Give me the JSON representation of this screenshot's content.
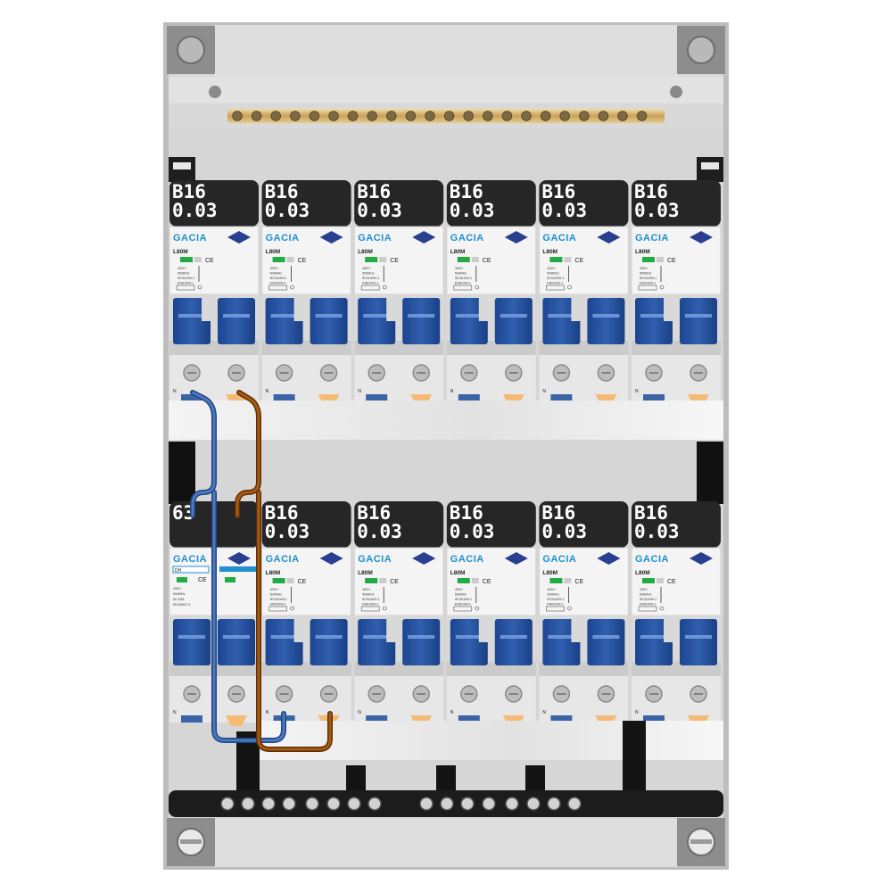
{
  "panel": {
    "brand": "GACIA",
    "top_row": [
      {
        "rating": "B16",
        "sensitivity": "0.03",
        "model": "L80M"
      },
      {
        "rating": "B16",
        "sensitivity": "0.03",
        "model": "L80M"
      },
      {
        "rating": "B16",
        "sensitivity": "0.03",
        "model": "L80M"
      },
      {
        "rating": "B16",
        "sensitivity": "0.03",
        "model": "L80M"
      },
      {
        "rating": "B16",
        "sensitivity": "0.03",
        "model": "L80M"
      },
      {
        "rating": "B16",
        "sensitivity": "0.03",
        "model": "L80M"
      }
    ],
    "main_switch": {
      "rating": "63",
      "badge": "DH"
    },
    "bottom_row": [
      {
        "rating": "B16",
        "sensitivity": "0.03",
        "model": "L80M"
      },
      {
        "rating": "B16",
        "sensitivity": "0.03",
        "model": "L80M"
      },
      {
        "rating": "B16",
        "sensitivity": "0.03",
        "model": "L80M"
      },
      {
        "rating": "B16",
        "sensitivity": "0.03",
        "model": "L80M"
      },
      {
        "rating": "B16",
        "sensitivity": "0.03",
        "model": "L80M"
      }
    ],
    "spec_lines": [
      "400V~",
      "50/60Hz",
      "IEC61009-1",
      "EN61009-1"
    ],
    "main_spec_lines": [
      "400V~",
      "50/60Hz",
      "AC-63A",
      "IEC60947-3"
    ],
    "neutral_mark": "N",
    "ce_mark": "CE",
    "colors": {
      "enclosure": "#cfcfcf",
      "label_bg": "#262626",
      "toggle_blue": "#254f9c",
      "neutral_wire": "#3b64a6",
      "live_wire": "#8a4a0c",
      "busbar": "#d8b36a",
      "terminal_bar": "#1c1c1c"
    }
  }
}
